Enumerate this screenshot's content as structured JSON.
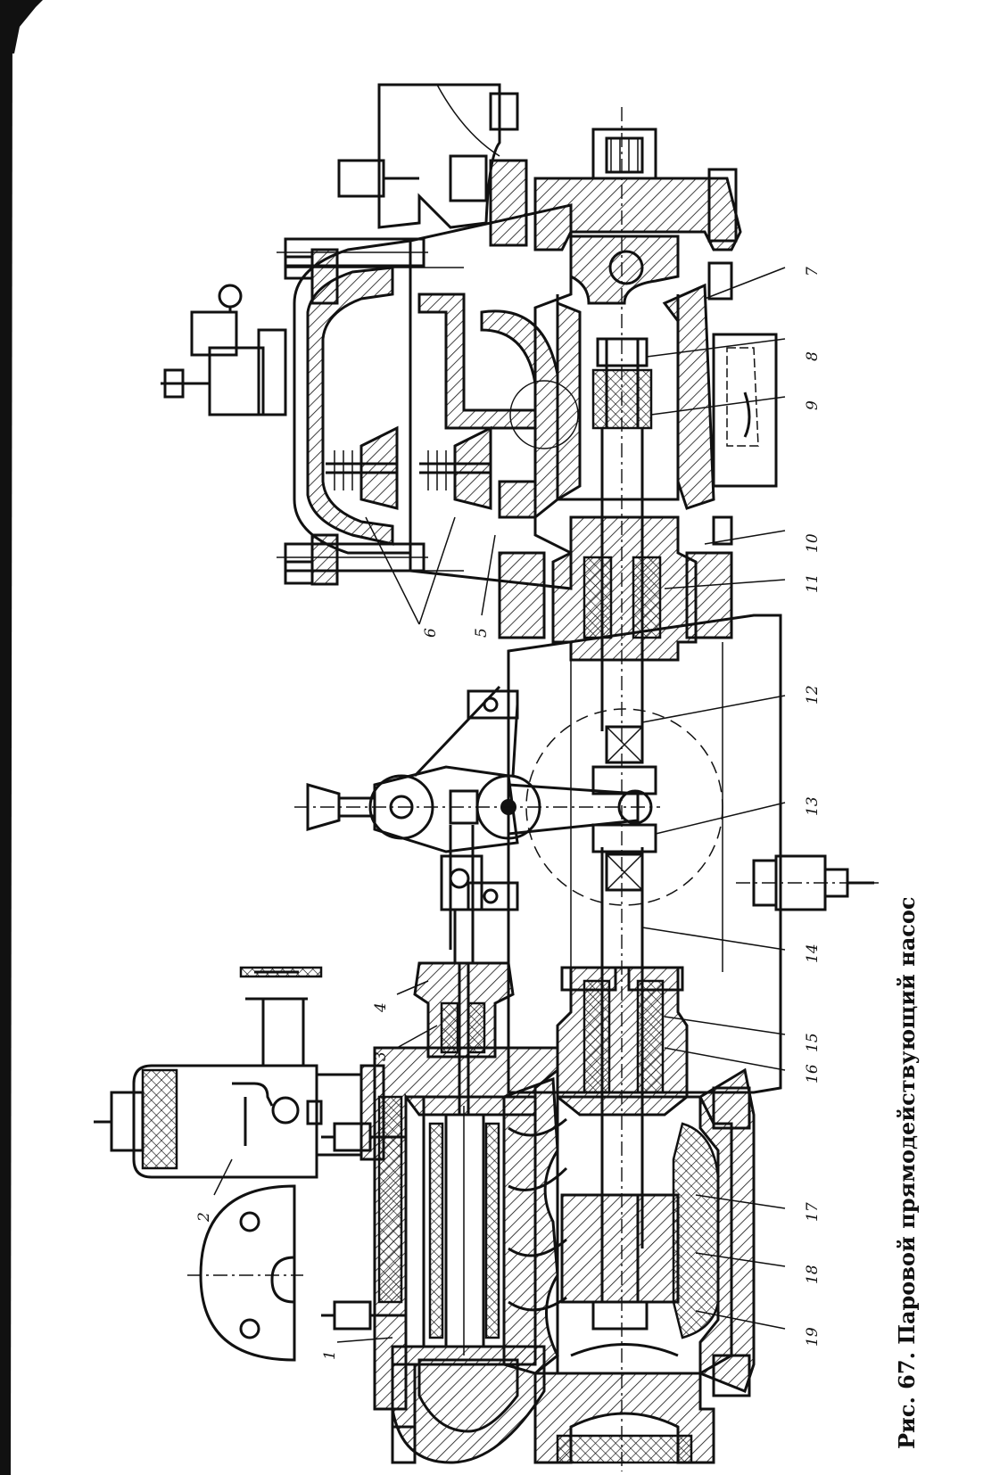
{
  "caption": "Рис. 67. Паровой прямодействующий насос",
  "callouts": [
    {
      "id": "1",
      "label": "1"
    },
    {
      "id": "2",
      "label": "2"
    },
    {
      "id": "3",
      "label": "3"
    },
    {
      "id": "4",
      "label": "4"
    },
    {
      "id": "5",
      "label": "5"
    },
    {
      "id": "6",
      "label": "6"
    },
    {
      "id": "7",
      "label": "7"
    },
    {
      "id": "8",
      "label": "8"
    },
    {
      "id": "9",
      "label": "9"
    },
    {
      "id": "10",
      "label": "10"
    },
    {
      "id": "11",
      "label": "11"
    },
    {
      "id": "12",
      "label": "12"
    },
    {
      "id": "13",
      "label": "13"
    },
    {
      "id": "14",
      "label": "14"
    },
    {
      "id": "15",
      "label": "15"
    },
    {
      "id": "16",
      "label": "16"
    },
    {
      "id": "17",
      "label": "17"
    },
    {
      "id": "18",
      "label": "18"
    },
    {
      "id": "19",
      "label": "19"
    }
  ]
}
